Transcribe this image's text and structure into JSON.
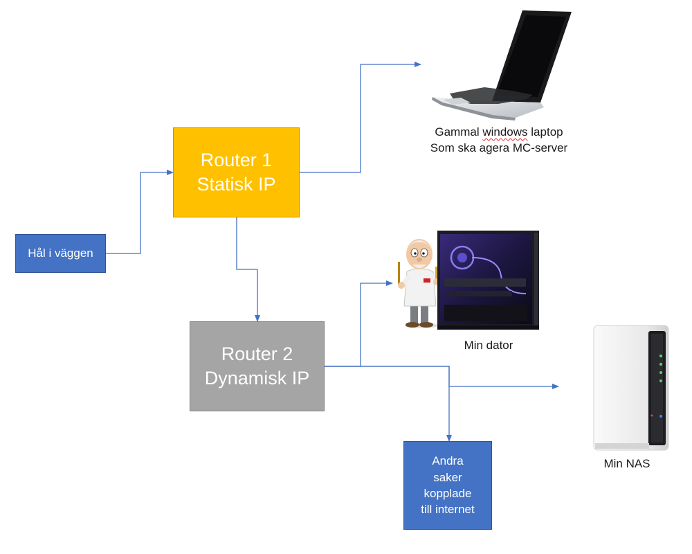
{
  "colors": {
    "connector": "#4472c4",
    "wall_box": "#4472c4",
    "router1_box": "#ffc000",
    "router2_box": "#a5a5a5",
    "other_box": "#4472c4"
  },
  "nodes": {
    "wall": {
      "label": "Hål i väggen"
    },
    "router1": {
      "line1": "Router 1",
      "line2": "Statisk IP"
    },
    "router2": {
      "line1": "Router 2",
      "line2": "Dynamisk IP"
    },
    "other": {
      "line1": "Andra",
      "line2": "saker",
      "line3": "kopplade",
      "line4": "till internet"
    }
  },
  "devices": {
    "laptop": {
      "icon": "laptop-icon",
      "caption_word1": "Gammal",
      "caption_word2": "windows",
      "caption_word3": "laptop",
      "caption_line2": "Som ska agera MC-server"
    },
    "pc": {
      "icon": "desktop-pc-icon",
      "mascot": "mascot-figure-icon",
      "caption": "Min dator"
    },
    "nas": {
      "icon": "nas-device-icon",
      "caption": "Min NAS"
    }
  }
}
